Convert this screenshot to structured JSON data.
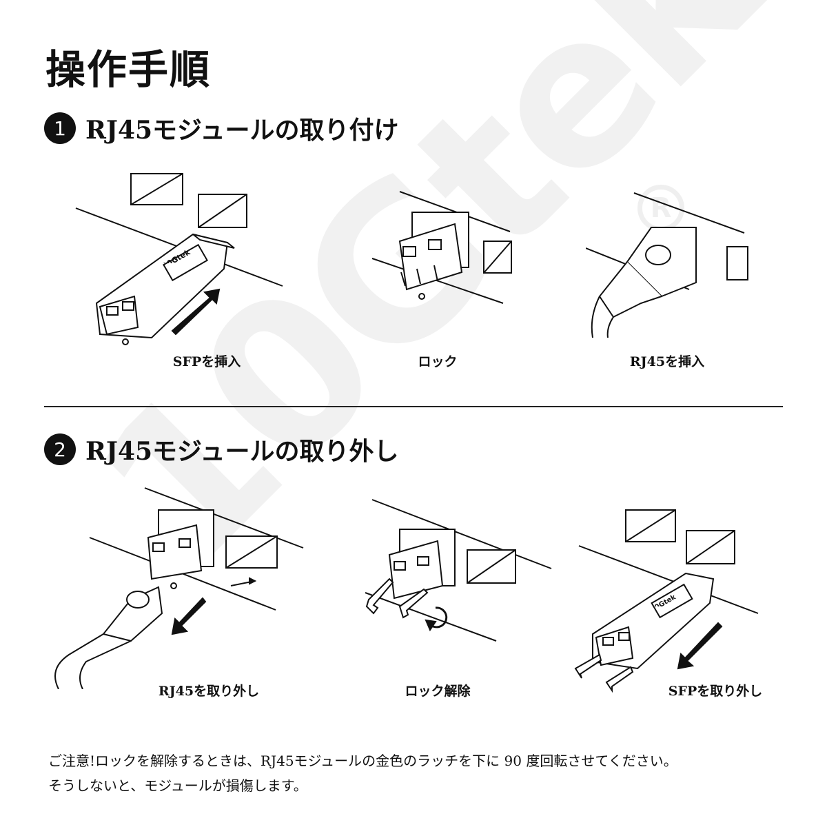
{
  "watermark": "10Gtek",
  "page_title": "操作手順",
  "sections": [
    {
      "number": "1",
      "title": "RJ45モジュールの取り付け",
      "steps": [
        {
          "caption": "SFPを挿入",
          "module_label": "10Gtek"
        },
        {
          "caption": "ロック"
        },
        {
          "caption": "RJ45を挿入"
        }
      ]
    },
    {
      "number": "2",
      "title": "RJ45モジュールの取り外し",
      "steps": [
        {
          "caption": "RJ45を取り外し"
        },
        {
          "caption": "ロック解除"
        },
        {
          "caption": "SFPを取り外し",
          "module_label": "10Gtek"
        }
      ]
    }
  ],
  "notes": [
    "ご注意!ロックを解除するときは、RJ45モジュールの金色のラッチを下に 90 度回転させてください。",
    "そうしないと、モジュールが損傷します。"
  ],
  "icons": [
    "arrow-icon",
    "rotate-arrow-icon",
    "registered-mark-icon"
  ],
  "colors": {
    "text": "#111111",
    "background": "#ffffff"
  }
}
